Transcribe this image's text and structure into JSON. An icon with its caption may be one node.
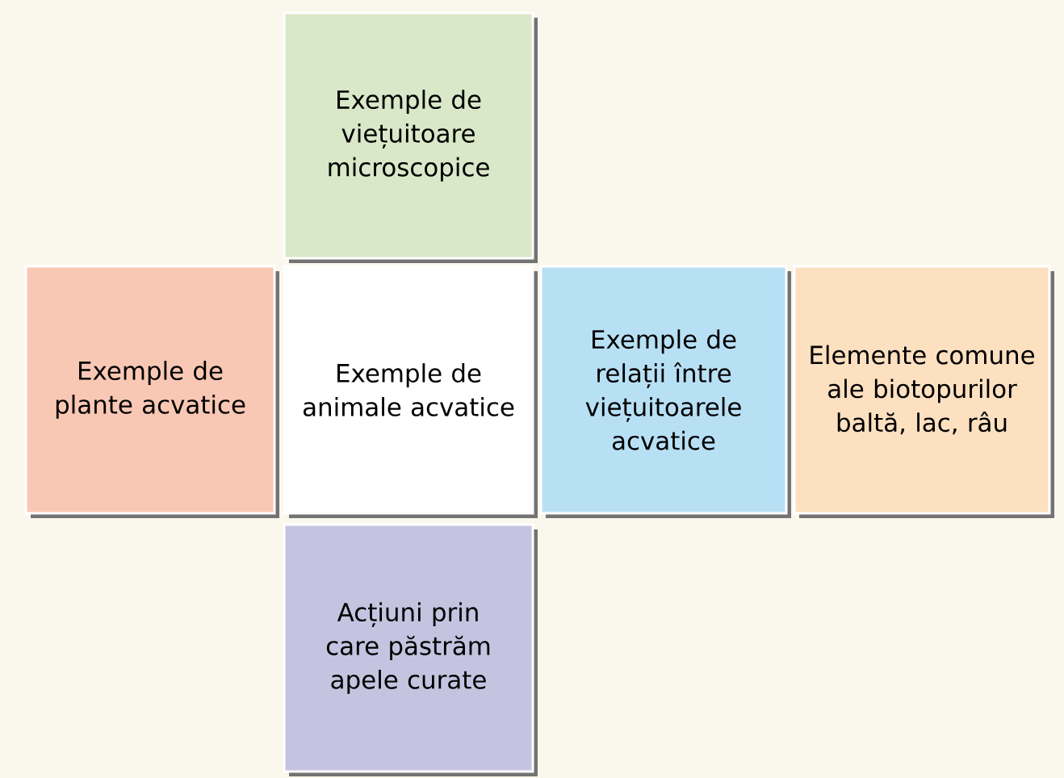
{
  "diagram": {
    "nodes": [
      {
        "text": [
          "Exemple de viețuitoare microscopice"
        ]
      },
      {
        "text": [
          "Exemple de plante acvatice"
        ]
      },
      {
        "text": [
          "Exemple de animale acvatice"
        ]
      },
      {
        "text": [
          "Exemple de relații între viețuitoarele acvatice"
        ]
      },
      {
        "text": [
          "Elemente comune ale biotopurilor baltă, lac, râu"
        ]
      },
      {
        "text": [
          "Acțiuni prin care păstrăm apele curate"
        ]
      }
    ]
  }
}
